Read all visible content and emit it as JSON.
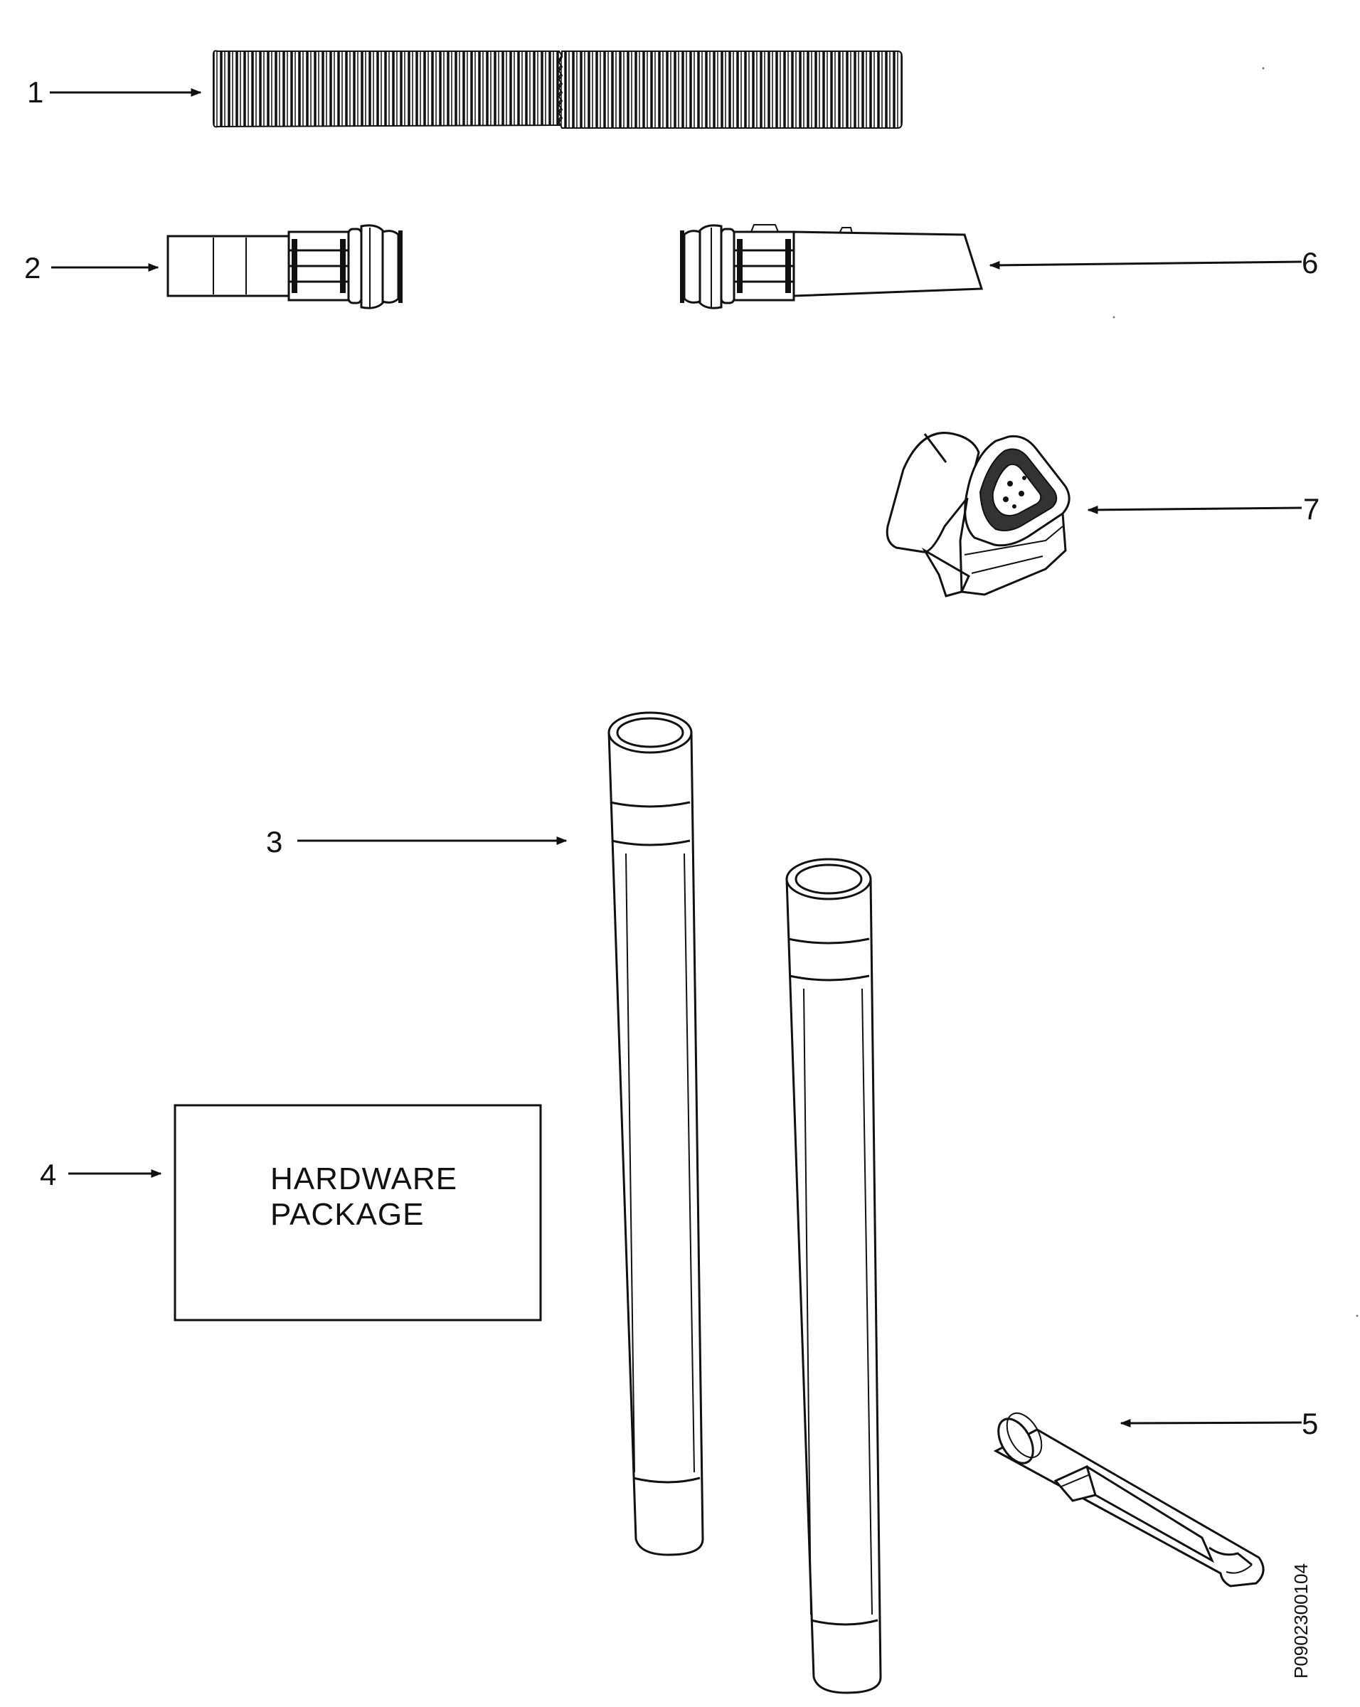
{
  "callouts": {
    "c1": "1",
    "c2": "2",
    "c3": "3",
    "c4": "4",
    "c5": "5",
    "c6": "6",
    "c7": "7"
  },
  "hardware_package": {
    "line1": "HARDWARE",
    "line2": "PACKAGE"
  },
  "document_id": "P0902300104",
  "colors": {
    "line": "#111111",
    "background": "#ffffff"
  }
}
